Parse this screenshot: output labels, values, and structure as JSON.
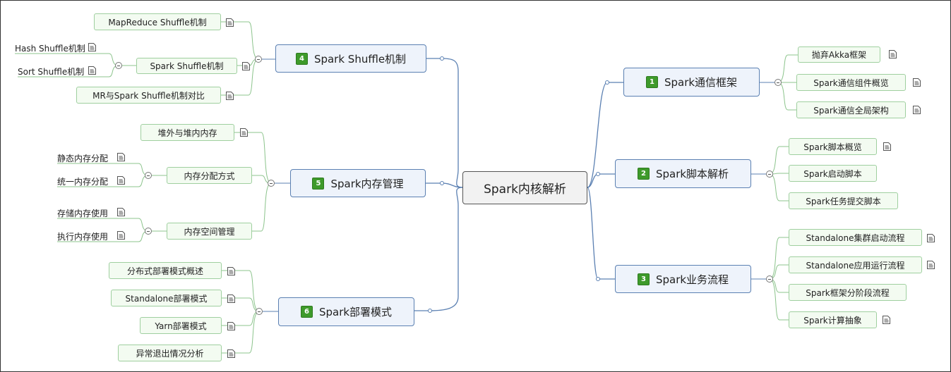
{
  "root": {
    "label": "Spark内核解析"
  },
  "branches": [
    {
      "num": "1",
      "label": "Spark通信框架",
      "children": [
        "抛弃Akka框架",
        "Spark通信组件概览",
        "Spark通信全局架构"
      ]
    },
    {
      "num": "2",
      "label": "Spark脚本解析",
      "children": [
        "Spark脚本概览",
        "Spark启动脚本",
        "Spark任务提交脚本"
      ]
    },
    {
      "num": "3",
      "label": "Spark业务流程",
      "children": [
        "Standalone集群启动流程",
        "Standalone应用运行流程",
        "Spark框架分阶段流程",
        "Spark计算抽象"
      ]
    },
    {
      "num": "4",
      "label": "Spark Shuffle机制",
      "children": [
        "MapReduce Shuffle机制",
        "Spark Shuffle机制",
        "MR与Spark Shuffle机制对比"
      ],
      "sub": [
        "Hash Shuffle机制",
        "Sort Shuffle机制"
      ]
    },
    {
      "num": "5",
      "label": "Spark内存管理",
      "children": [
        "堆外与堆内内存",
        "内存分配方式",
        "内存空间管理"
      ],
      "sub_alloc": [
        "静态内存分配",
        "统一内存分配"
      ],
      "sub_space": [
        "存储内存使用",
        "执行内存使用"
      ]
    },
    {
      "num": "6",
      "label": "Spark部署模式",
      "children": [
        "分布式部署模式概述",
        "Standalone部署模式",
        "Yarn部署模式",
        "异常退出情况分析"
      ]
    }
  ],
  "colors": {
    "branch_line": "#5b80b2",
    "leaf_line": "#8cc48c",
    "number_badge": "#3e9a2b"
  },
  "icons": {
    "note": "note-icon",
    "collapse": "collapse-icon"
  }
}
